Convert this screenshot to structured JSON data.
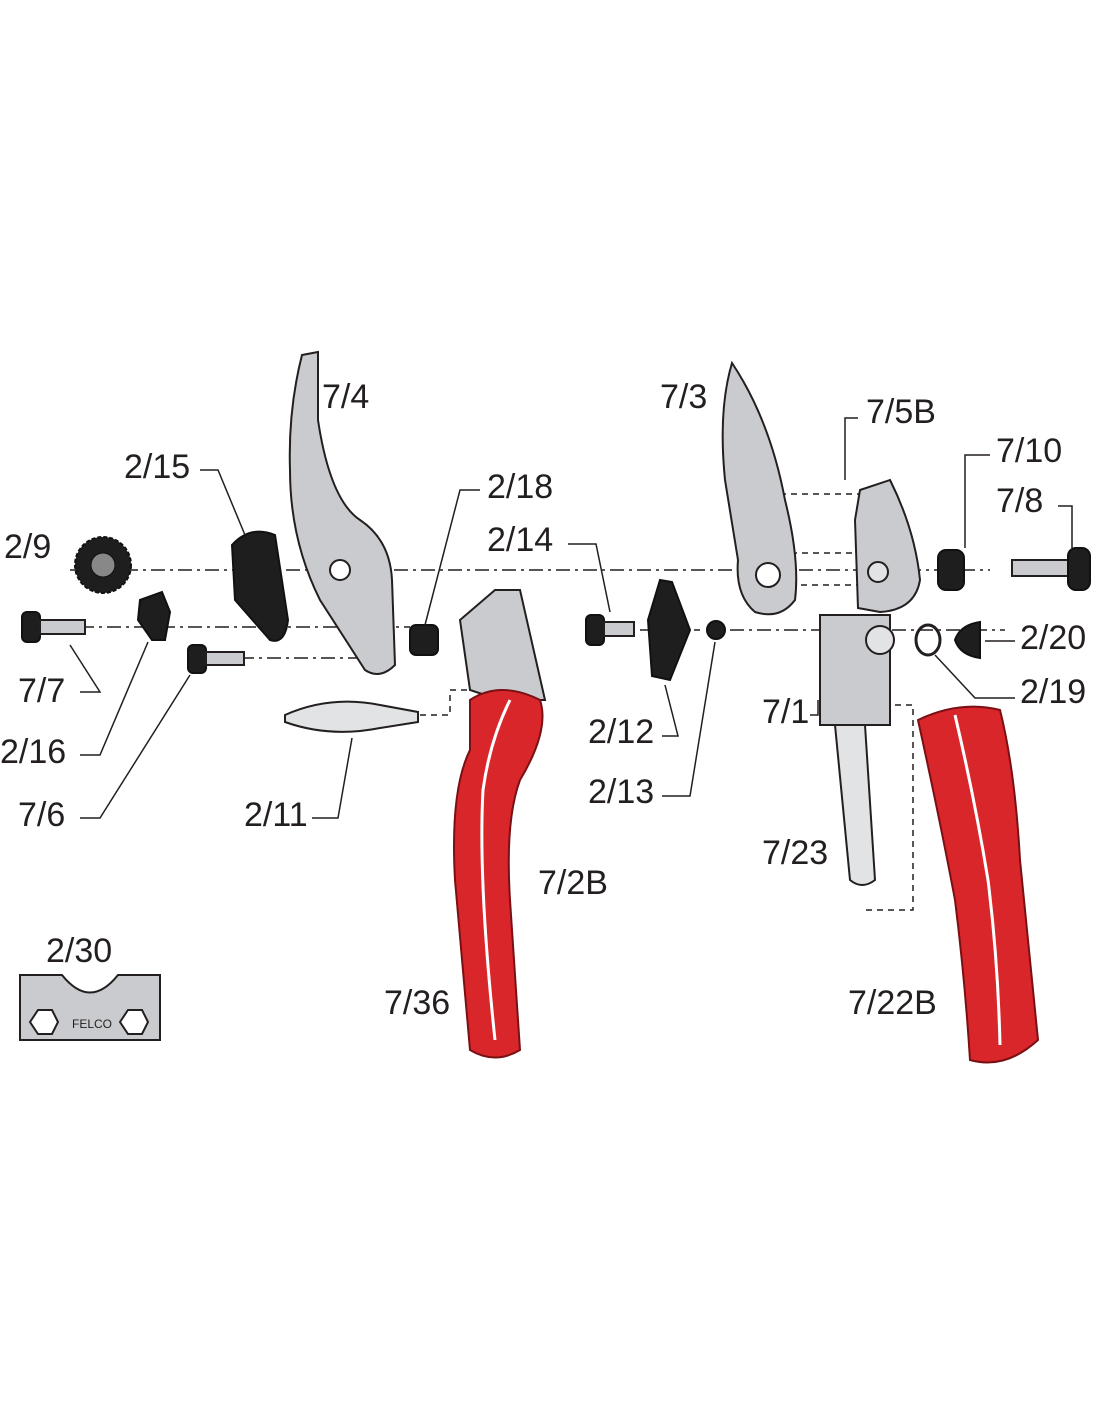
{
  "diagram": {
    "title": "",
    "labels": {
      "p7_4": "7/4",
      "p7_3": "7/3",
      "p7_5B": "7/5B",
      "p7_10": "7/10",
      "p7_8": "7/8",
      "p2_15": "2/15",
      "p2_18": "2/18",
      "p2_14": "2/14",
      "p2_9": "2/9",
      "p2_20": "2/20",
      "p7_7": "7/7",
      "p2_16": "2/16",
      "p7_6": "7/6",
      "p2_11": "2/11",
      "p2_12": "2/12",
      "p2_13": "2/13",
      "p7_1": "7/1",
      "p2_19": "2/19",
      "p7_23": "7/23",
      "p7_2B": "7/2B",
      "p2_30": "2/30",
      "p7_36": "7/36",
      "p7_22B": "7/22B"
    },
    "wrench_logo": "FELCO",
    "colors": {
      "handle": "#d9262b",
      "metal": "#c9cbce",
      "dark_part": "#1e1e1e",
      "ink": "#231f20"
    }
  }
}
